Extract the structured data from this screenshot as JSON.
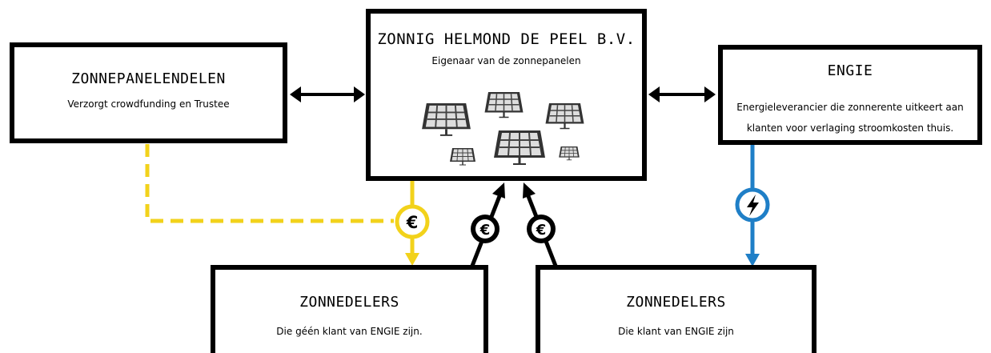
{
  "nodes": {
    "zonnepanelendelen": {
      "title": "ZONNEPANELENDELEN",
      "subtitle": "Verzorgt crowdfunding en Trustee"
    },
    "zonnig": {
      "title": "ZONNIG HELMOND DE PEEL B.V.",
      "subtitle": "Eigenaar van de zonnepanelen"
    },
    "engie": {
      "title": "ENGIE",
      "subtitle_line1": "Energieleverancier die zonnerente uitkeert aan",
      "subtitle_line2": "klanten voor verlaging stroomkosten  thuis."
    },
    "zonnedelers_geen": {
      "title": "ZONNEDELERS",
      "subtitle": "Die géén klant van ENGIE zijn."
    },
    "zonnedelers_klant": {
      "title": "ZONNEDELERS",
      "subtitle": "Die klant van ENGIE zijn"
    }
  },
  "badges": {
    "euro": "€"
  },
  "colors": {
    "yellow": "#f2d21b",
    "blue": "#1f7fc7",
    "black": "#000000"
  },
  "icons": {
    "money": "euro-icon",
    "energy": "lightning-bolt-icon",
    "panels": "solar-panel-icon"
  }
}
